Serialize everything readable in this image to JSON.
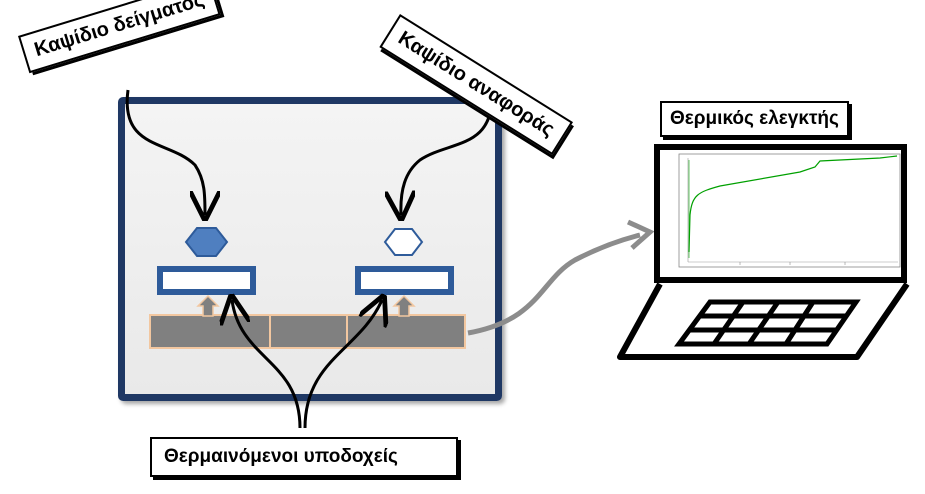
{
  "labels": {
    "sample_pan": "Καψίδιο δείγματος",
    "reference_pan": "Καψίδιο αναφοράς",
    "thermal_controller": "Θερμικός ελεγκτής",
    "heated_holders": "Θερμαινόμενοι υποδοχείς"
  },
  "colors": {
    "chamber_border": "#1f3864",
    "sample_pan_fill": "#4f7fc0",
    "pan_outline": "#2e5b9a",
    "heater_fill": "#808080",
    "heater_border": "#f2c7a0",
    "curve": "#00a000"
  }
}
